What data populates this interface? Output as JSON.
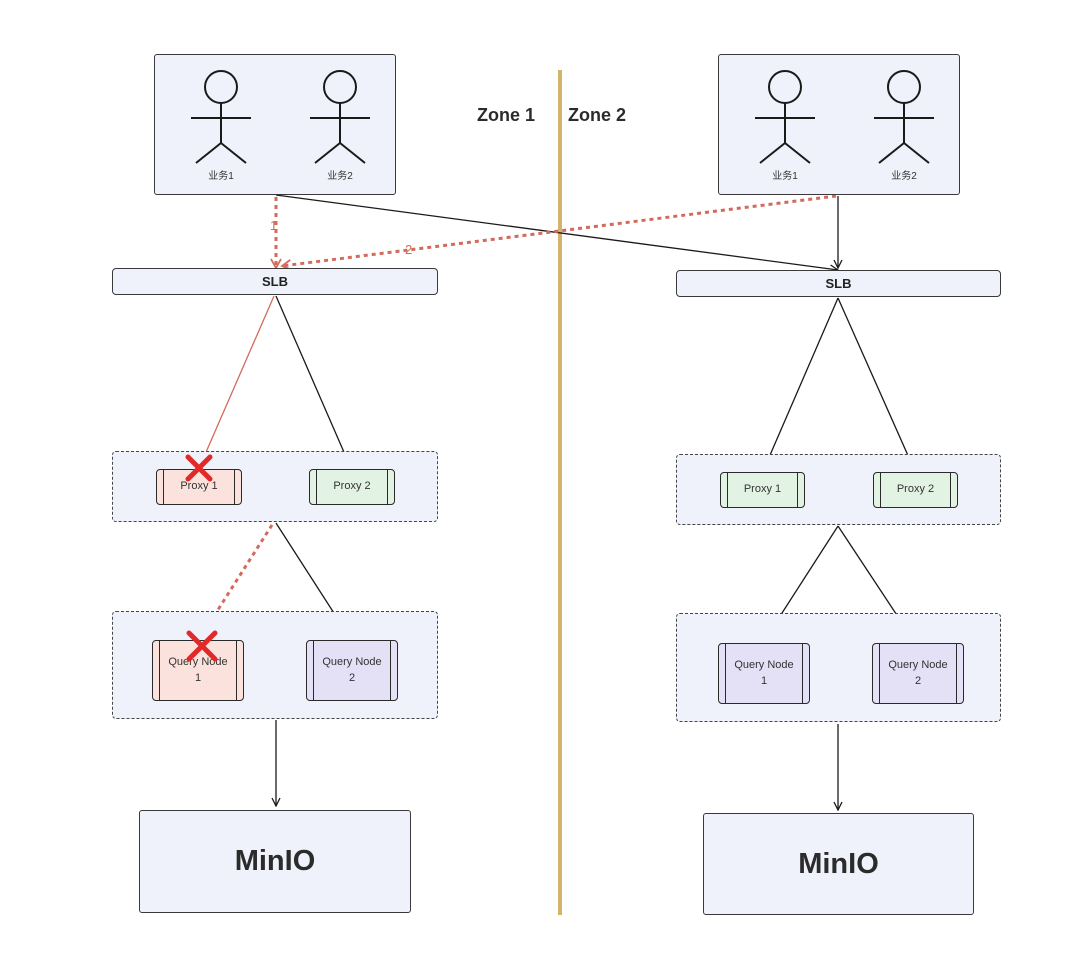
{
  "zones": {
    "left": "Zone 1",
    "right": "Zone 2"
  },
  "users": {
    "user1": "业务1",
    "user2": "业务2"
  },
  "slb": "SLB",
  "proxies": {
    "p1": "Proxy 1",
    "p2": "Proxy 2"
  },
  "query_nodes": {
    "q1": "Query Node\n1",
    "q2": "Query Node\n2"
  },
  "storage": "MinIO",
  "failover_steps": {
    "step1": "1",
    "step2": "2"
  },
  "colors": {
    "zone_divider": "#d4b36a",
    "failover": "#d46a5c",
    "failed_mark": "#e02a2a",
    "normal_flow": "#1a1a1a"
  }
}
